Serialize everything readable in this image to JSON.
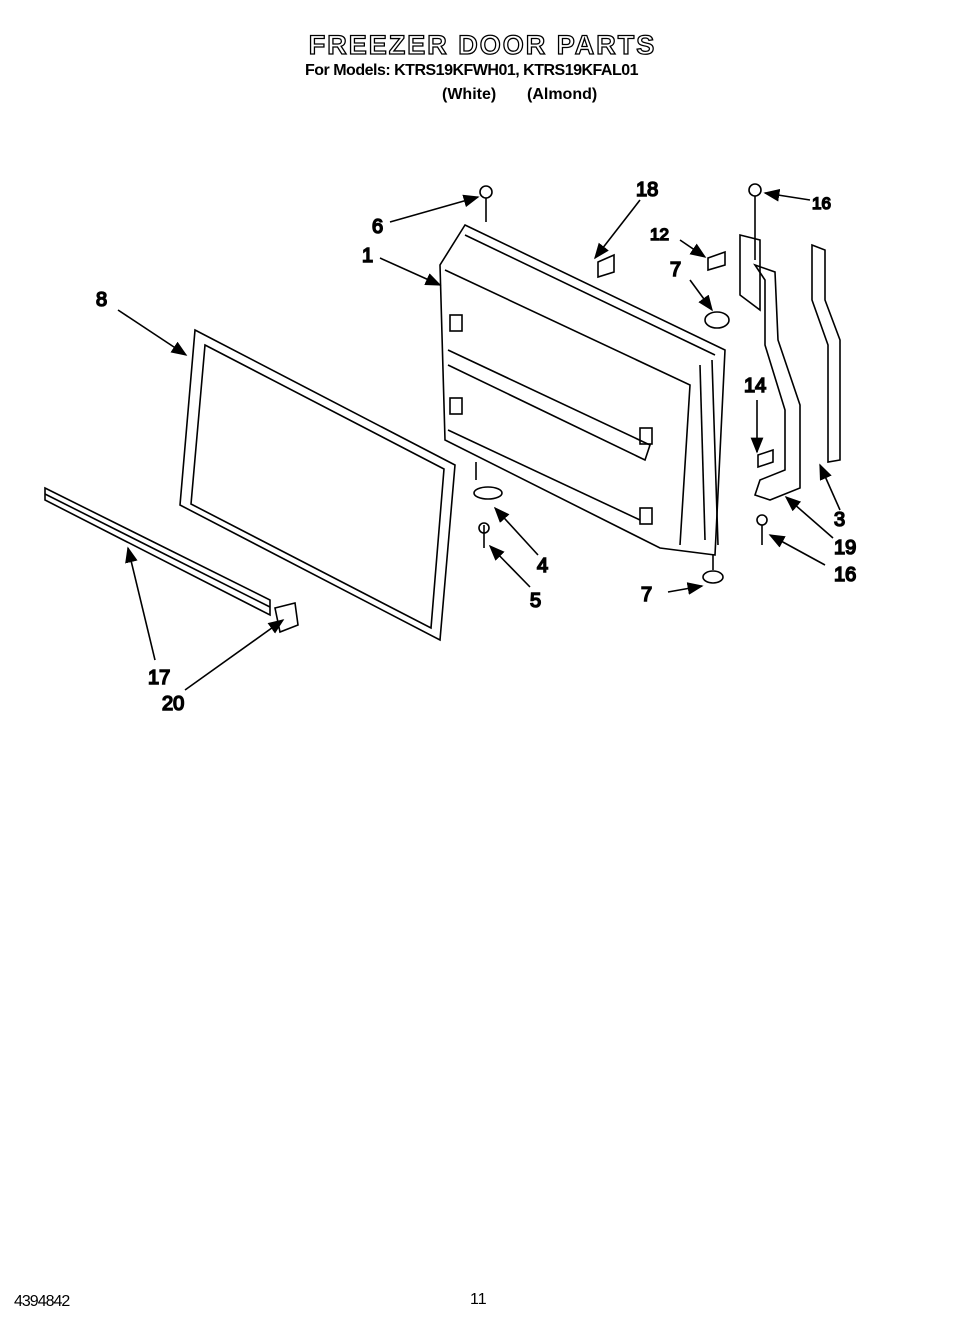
{
  "header": {
    "title": "FREEZER DOOR PARTS",
    "models_line": "For Models: KTRS19KFWH01, KTRS19KFAL01",
    "color_1": "(White)",
    "color_2": "(Almond)"
  },
  "callouts": {
    "c1": "1",
    "c3": "3",
    "c4": "4",
    "c5": "5",
    "c6": "6",
    "c7a": "7",
    "c7b": "7",
    "c8": "8",
    "c12": "12",
    "c14": "14",
    "c16a": "16",
    "c16b": "16",
    "c17": "17",
    "c18": "18",
    "c19": "19",
    "c20": "20"
  },
  "footer": {
    "doc_number": "4394842",
    "page_number": "11"
  }
}
